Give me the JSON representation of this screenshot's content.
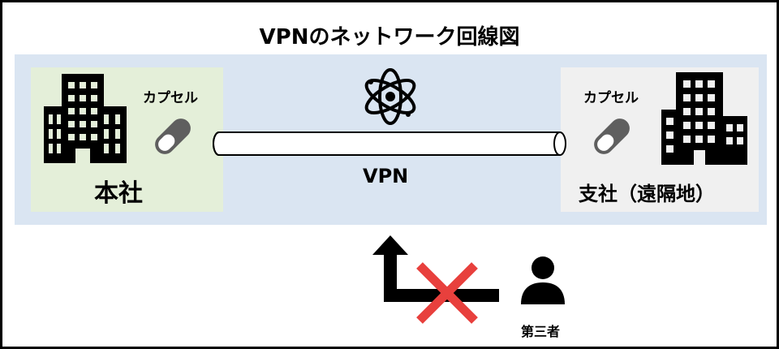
{
  "title": "VPNのネットワーク回線図",
  "headquarters": {
    "label": "本社",
    "capsule_label": "カプセル"
  },
  "branch": {
    "label": "支社（遠隔地）",
    "capsule_label": "カプセル"
  },
  "tunnel": {
    "label": "VPN"
  },
  "third_party": {
    "label": "第三者"
  },
  "icons": [
    "building-icon",
    "capsule-icon",
    "atom-icon",
    "arrow-icon",
    "cross-icon",
    "person-icon"
  ],
  "colors": {
    "band": "#dae5f2",
    "hq_area": "#e4efd9",
    "branch_area": "#f0f0f0",
    "cross": "#e8403d",
    "icon": "#000000",
    "capsule": "#5f5f5f"
  }
}
